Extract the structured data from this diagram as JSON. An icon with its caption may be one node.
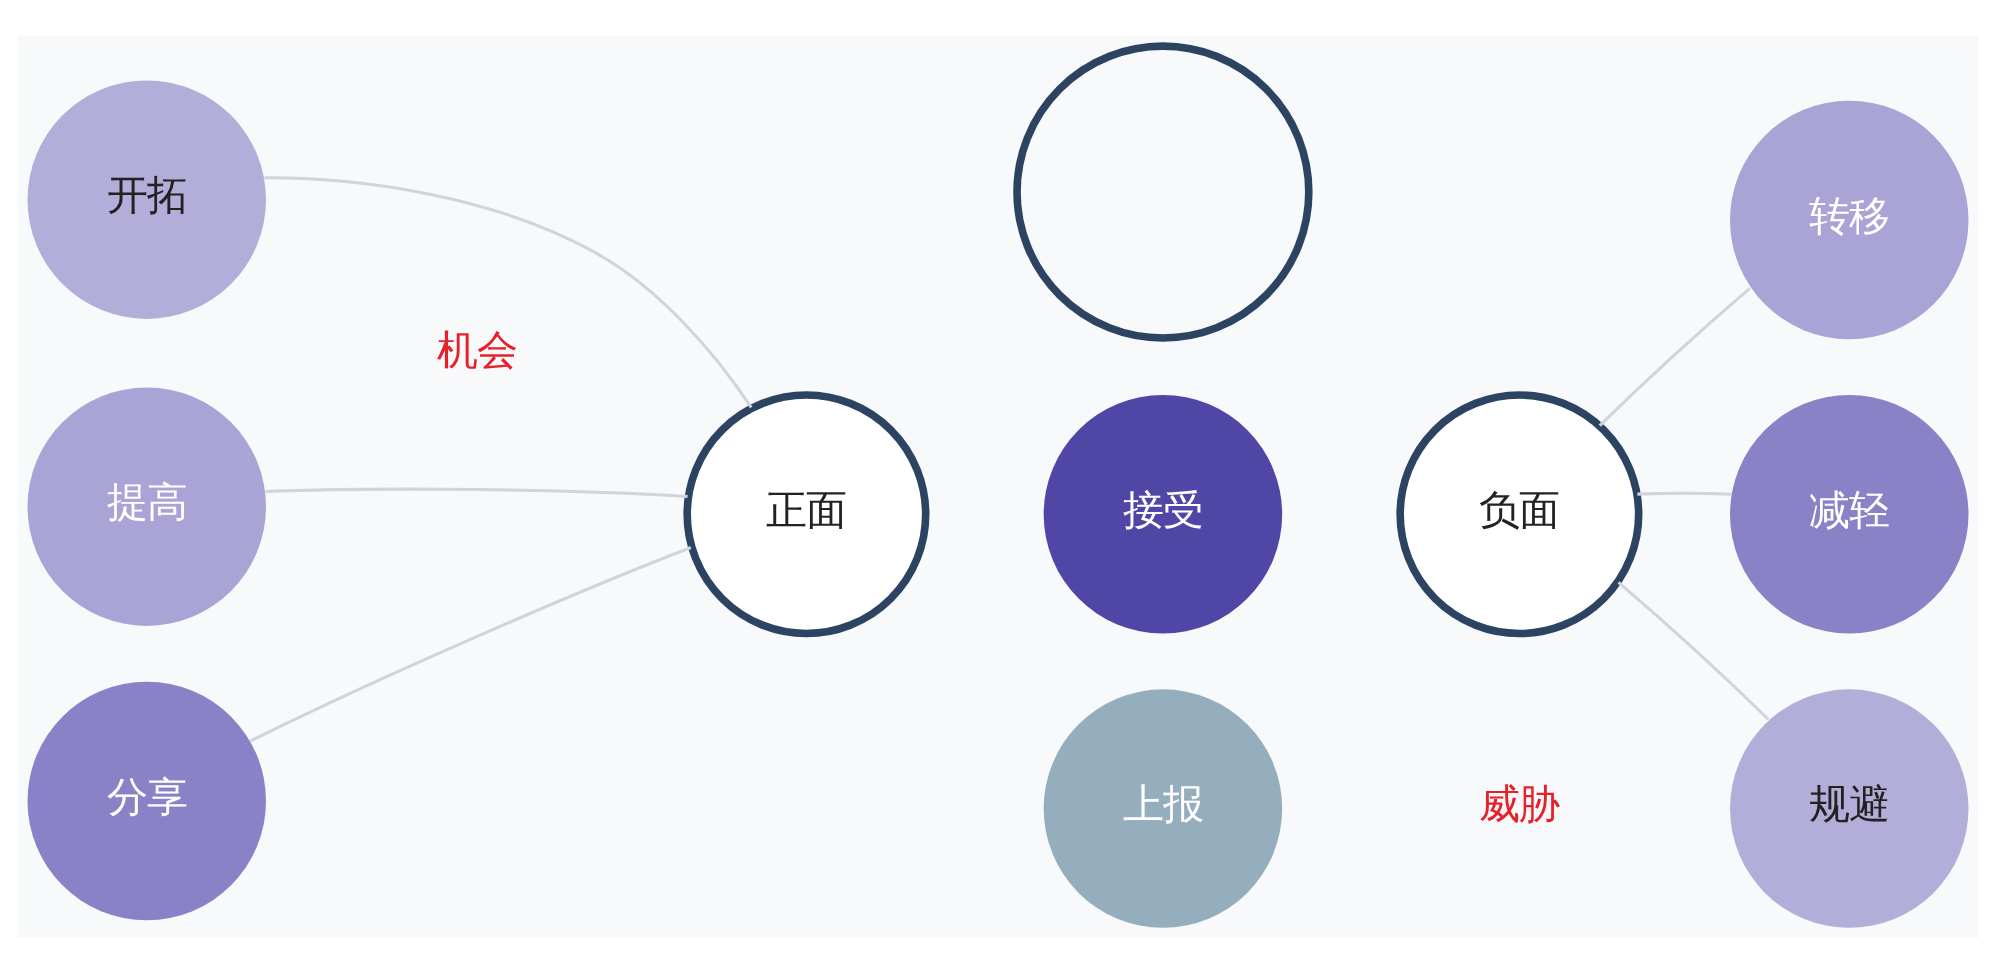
{
  "diagram": {
    "nodes": [
      {
        "text": [
          "开拓"
        ]
      },
      {
        "text": [
          "提高"
        ]
      },
      {
        "text": [
          "分享"
        ]
      },
      {
        "text": [
          "正面"
        ]
      },
      {
        "text": [],
        "shape": "circle"
      },
      {
        "text": [
          "上报"
        ]
      },
      {
        "text": [
          "接受"
        ]
      },
      {
        "text": [
          "负面"
        ]
      },
      {
        "text": [
          "规避"
        ]
      },
      {
        "text": [
          "转移"
        ]
      },
      {
        "text": [
          "减轻"
        ]
      }
    ],
    "edges": [
      {
        "from": 3,
        "to": 0,
        "arrow": "none"
      },
      {
        "from": 3,
        "to": 1,
        "arrow": "none"
      },
      {
        "from": 3,
        "to": 2,
        "arrow": "none"
      },
      {
        "from": 7,
        "to": 8,
        "arrow": "none"
      },
      {
        "from": 7,
        "to": 9,
        "arrow": "none"
      },
      {
        "from": 7,
        "to": 10,
        "arrow": "none"
      }
    ],
    "labels": [
      "机会",
      "威胁"
    ]
  }
}
